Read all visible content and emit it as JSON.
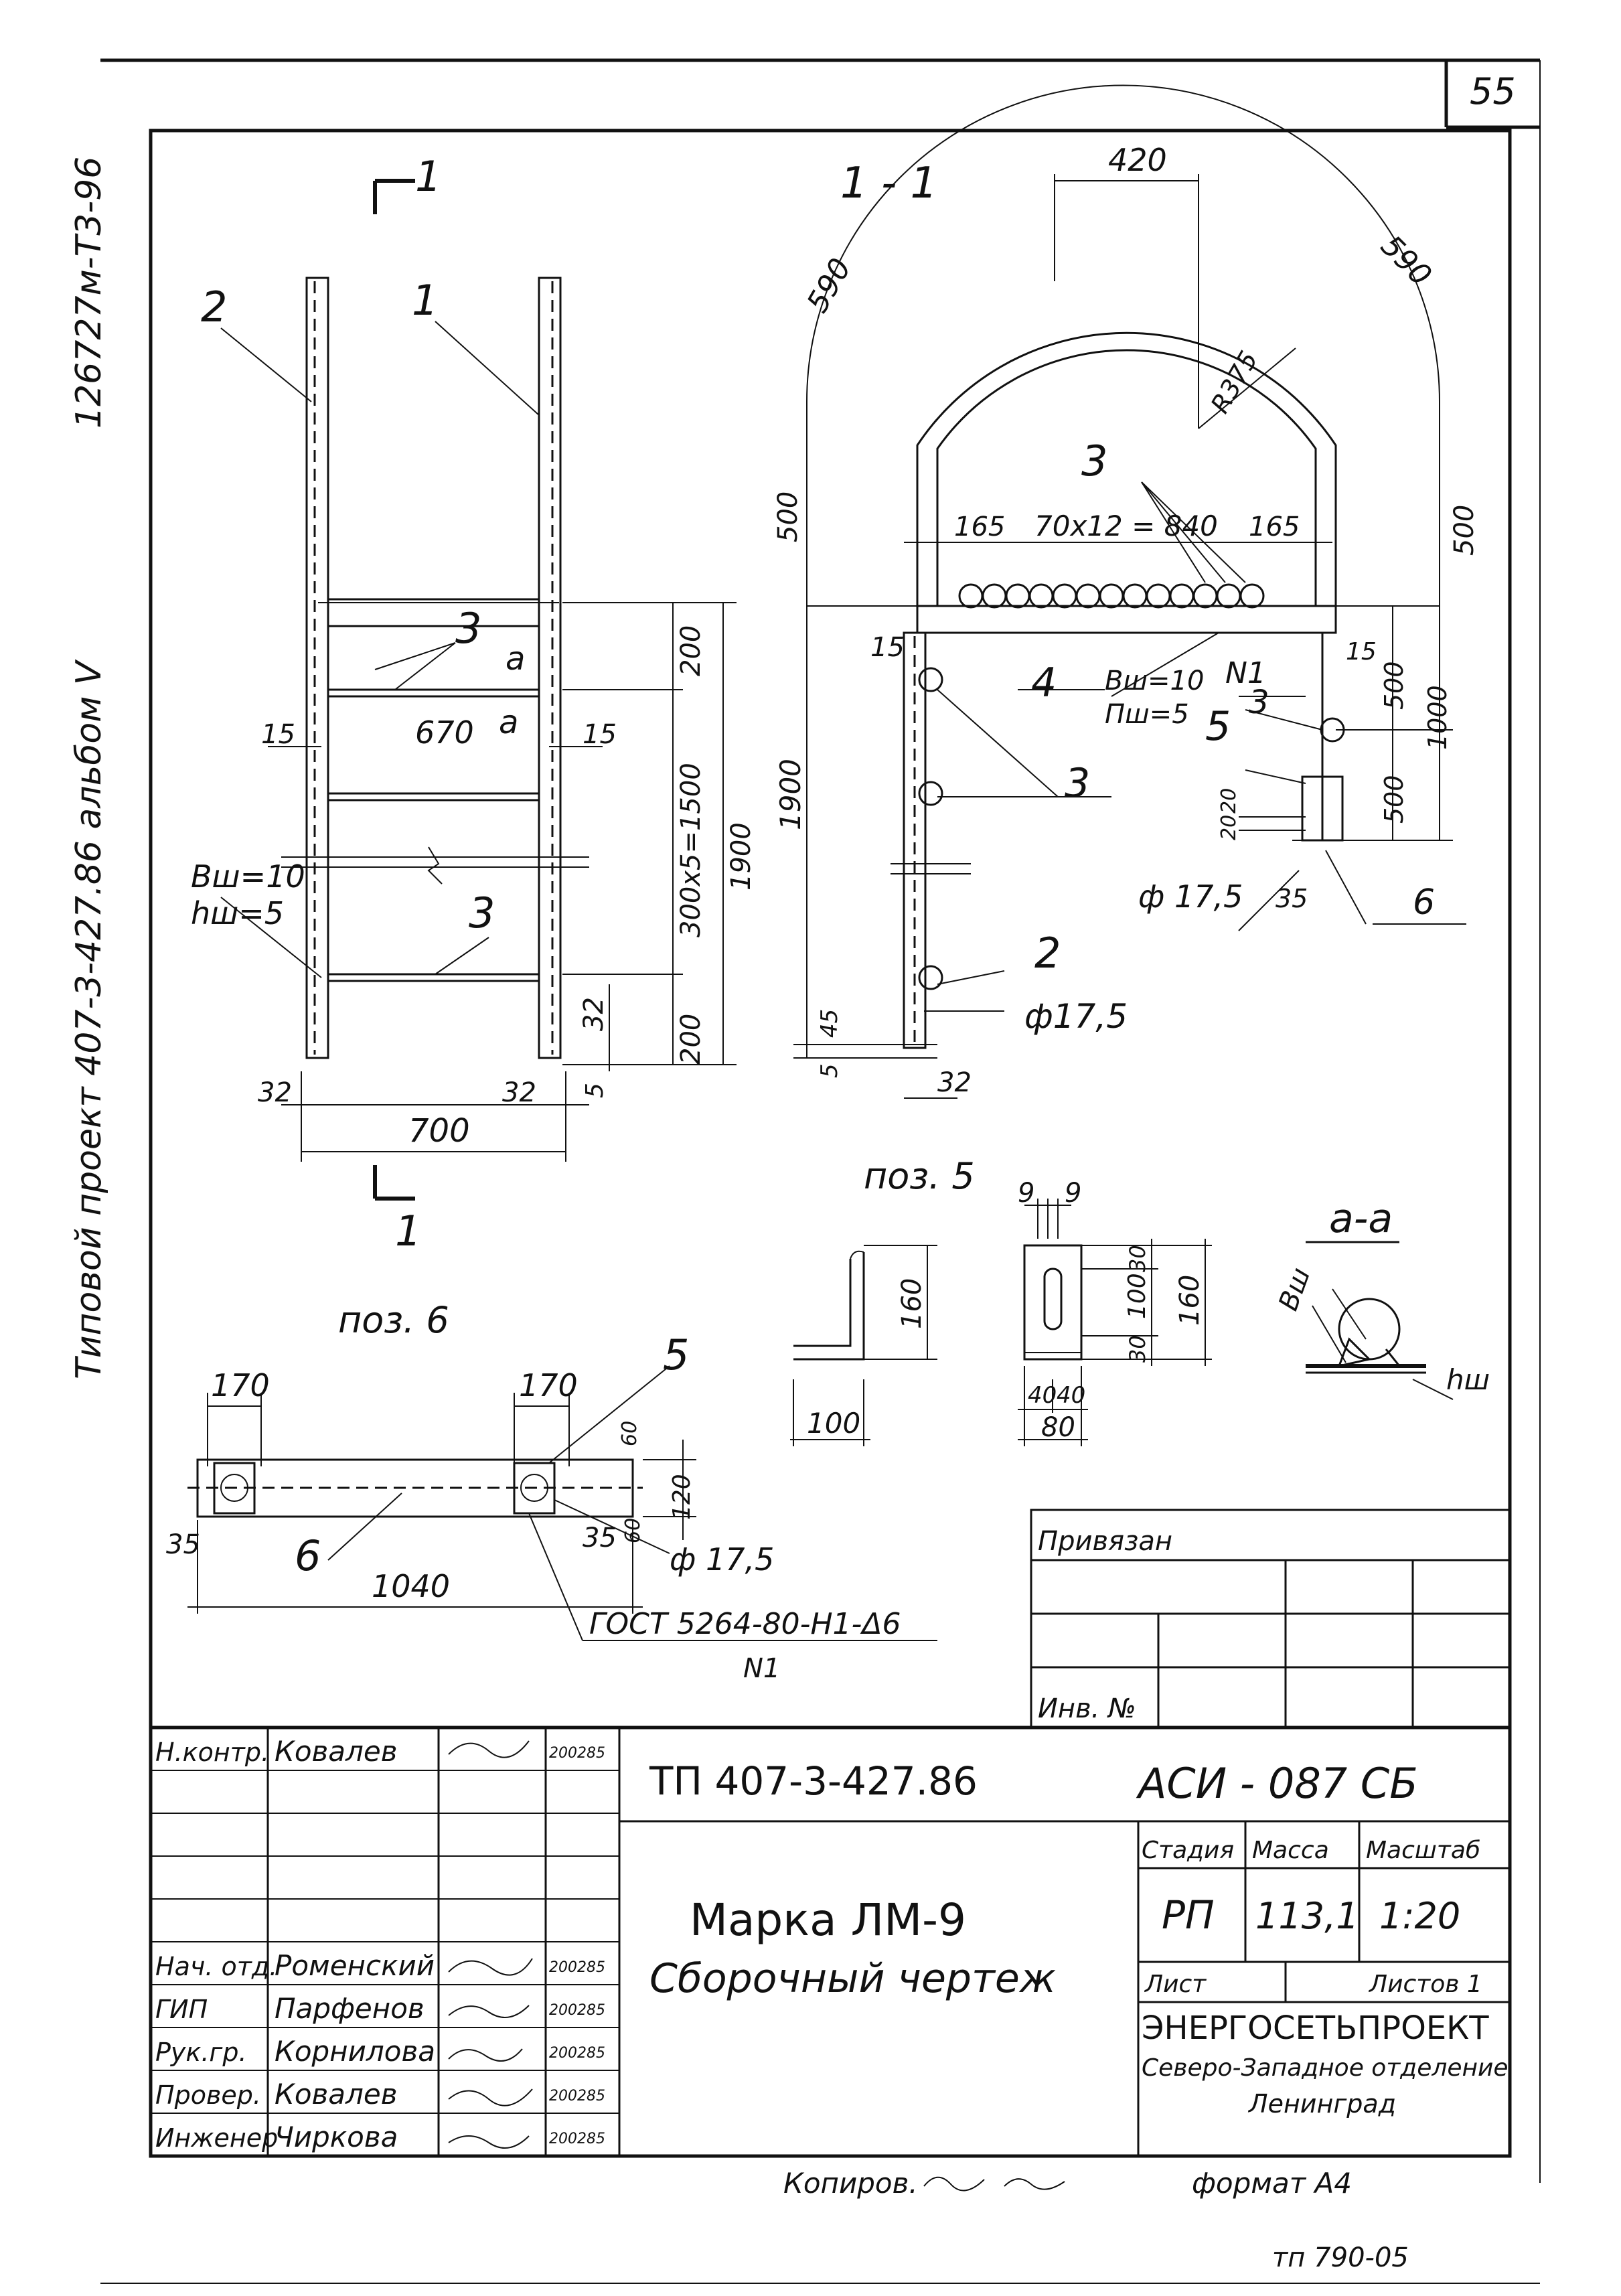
{
  "sheet_number": "55",
  "side_inventory": "126727м-Т3-96",
  "side_title": "Типовой проект 407-3-427.86 альбом V",
  "side_bottom_text": "",
  "bottom_code": "тп 790-05",
  "section_marks": {
    "top_mark": "1",
    "bottom_mark": "1",
    "section_title": "1 - 1"
  },
  "ladder_front": {
    "pos_labels": [
      "2",
      "1",
      "3",
      "3"
    ],
    "weld_marks": [
      "a",
      "a"
    ],
    "width_inner": "670",
    "edge_15_left": "15",
    "edge_15_right": "15",
    "weld_note_line1": "Вш=10",
    "weld_note_line2": "hш=5",
    "dim_total_width": "700",
    "dim_32_left": "32",
    "dim_32_right": "32",
    "dim_32_side": "32",
    "dim_5": "5",
    "dim_200_top": "200",
    "dim_pitch": "300х5=1500",
    "dim_1900": "1900",
    "dim_200_bottom": "200"
  },
  "section_view": {
    "dim_420": "420",
    "dim_590_left": "590",
    "dim_590_right": "590",
    "radius": "R375",
    "dim_500_left": "500",
    "dim_500_right": "500",
    "pos3_top": "3",
    "dim_165_left": "165",
    "dim_rungs": "70х12 = 840",
    "dim_165_right": "165",
    "dim_15_left": "15",
    "dim_15_right": "15",
    "pos4": "4",
    "weld_note_line1": "Вш=10",
    "weld_note_line2": "Пш=5",
    "node_mark": "N1",
    "pos3_right": "3",
    "pos5": "5",
    "dim_500_a": "500",
    "dim_1000": "1000",
    "dim_500_b": "500",
    "pos3_mid": "3",
    "dim_1900": "1900",
    "dim_20": "20",
    "dim_20b": "20",
    "hole_right": "ф 17,5",
    "dim_35": "35",
    "pos6": "6",
    "pos2": "2",
    "hole_bottom": "ф17,5",
    "dim_45": "45",
    "dim_5": "5",
    "dim_32": "32"
  },
  "poz5": {
    "title": "поз. 5",
    "dim_9a": "9",
    "dim_9b": "9",
    "dim_160_side": "160",
    "dim_100_base": "100",
    "dim_30_top": "30",
    "dim_100_mid": "100",
    "dim_30_bottom": "30",
    "dim_160_total": "160",
    "dim_40a": "40",
    "dim_40b": "40",
    "dim_80": "80"
  },
  "section_aa": {
    "title": "а-а",
    "label_bw": "Вш",
    "label_hw": "hш"
  },
  "poz6": {
    "title": "поз. 6",
    "dim_170_left": "170",
    "dim_170_right": "170",
    "pos5": "5",
    "dim_60_top": "60",
    "dim_120": "120",
    "dim_60_bottom": "60",
    "dim_35_left": "35",
    "dim_35_right": "35",
    "pos6": "6",
    "dim_1040": "1040",
    "hole": "ф 17,5",
    "gost": "ГОСТ 5264-80-Н1-Δ6",
    "gost_node": "N1"
  },
  "title_block": {
    "privyazan": "Привязан",
    "inv_no": "Инв. №",
    "roles": [
      "Н.контр.",
      "",
      "",
      "",
      "",
      "Нач. отд.",
      "ГИП",
      "Рук.гр.",
      "Провер.",
      "Инженер"
    ],
    "names": [
      "Ковалев",
      "",
      "",
      "",
      "",
      "Роменский",
      "Парфенов",
      "Корнилова",
      "Ковалев",
      "Чиркова"
    ],
    "dates": [
      "200285",
      "",
      "",
      "",
      "",
      "200285",
      "200285",
      "200285",
      "200285",
      "200285"
    ],
    "project_code": "ТП 407-3-427.86",
    "doc_code": "АСИ - 087 СБ",
    "title_line1": "Марка ЛМ-9",
    "title_line2": "Сборочный чертеж",
    "col_stage": "Стадия",
    "col_mass": "Масса",
    "col_scale": "Масштаб",
    "stage": "РП",
    "mass": "113,1",
    "scale": "1:20",
    "sheet": "Лист",
    "sheets_total": "Листов 1",
    "org_name": "ЭНЕРГОСЕТЬПРОЕКТ",
    "org_branch": "Северо-Западное отделение",
    "org_city": "Ленинград"
  },
  "footer": {
    "copied": "Копиров.",
    "format": "формат А4"
  }
}
